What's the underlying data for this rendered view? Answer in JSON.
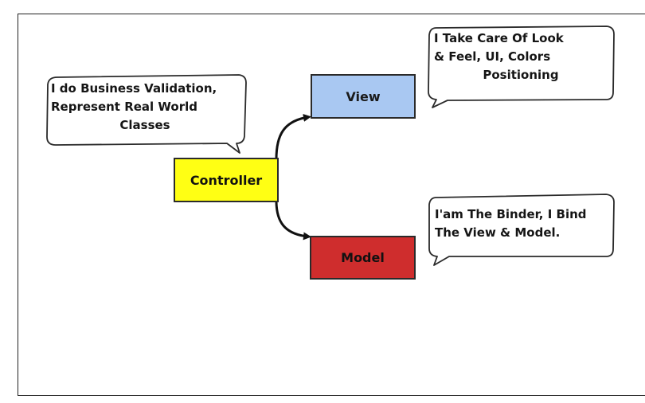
{
  "diagram": {
    "nodes": {
      "controller": "Controller",
      "view": "View",
      "model": "Model"
    },
    "bubbles": {
      "left": {
        "line1": "I do Business Validation,",
        "line2": "Represent Real World",
        "line3": "Classes"
      },
      "top_right": {
        "line1": "I Take Care Of Look",
        "line2": "& Feel, UI, Colors",
        "line3": "Positioning"
      },
      "bottom_right": {
        "line1": "I'am The Binder, I Bind",
        "line2": "The View & Model."
      }
    },
    "colors": {
      "controller": "#ffff14",
      "view": "#a9c8f2",
      "model": "#cf2d2d"
    },
    "edges": [
      {
        "from": "Controller",
        "to": "View"
      },
      {
        "from": "Controller",
        "to": "Model"
      }
    ]
  }
}
